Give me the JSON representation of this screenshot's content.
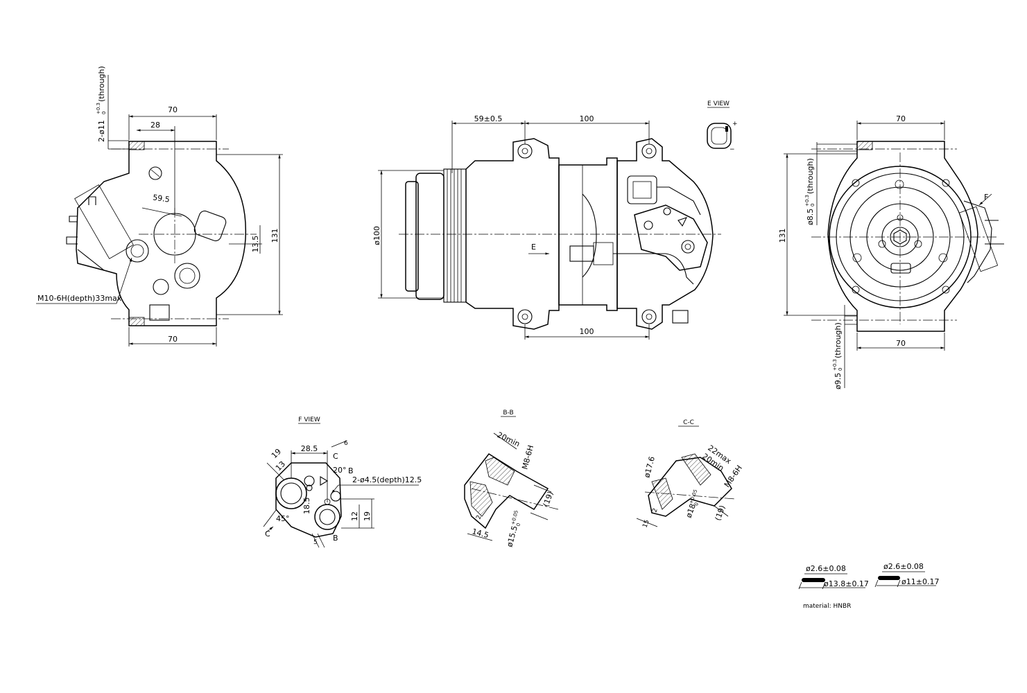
{
  "left_view": {
    "dim_width_top": "70",
    "dim_offset": "28",
    "dim_radius": "59.5",
    "dim_offset_small": "13.5",
    "dim_height": "131",
    "dim_width_bottom": "70",
    "hole_note_prefix": "2-ø11",
    "hole_tol_upper": "+0.3",
    "hole_tol_lower": "0",
    "hole_note_suffix": "(through)",
    "thread_note": "M10-6H(depth)33max"
  },
  "side_view": {
    "dim_pulley_offset": "59±0.5",
    "dim_top_spacing": "100",
    "dim_pulley_diameter": "ø100",
    "view_marker": "E",
    "dim_bottom_spacing": "100"
  },
  "e_view": {
    "title": "E VIEW",
    "plus": "+",
    "minus": "−"
  },
  "right_view": {
    "dim_width_top": "70",
    "dim_height": "131",
    "dim_width_bottom": "70",
    "view_marker": "F",
    "hole_top_prefix": "ø8.5",
    "hole_top_tol_upper": "+0.3",
    "hole_top_tol_lower": "0",
    "hole_top_suffix": "(through)",
    "hole_bottom_prefix": "ø9.5",
    "hole_bottom_tol_upper": "+0.3",
    "hole_bottom_tol_lower": "0",
    "hole_bottom_suffix": "(through)"
  },
  "f_view": {
    "title": "F VIEW",
    "dim_width": "28.5",
    "dim_19": "19",
    "dim_13": "13",
    "dim_6": "6",
    "marker_c_top": "C",
    "marker_b_top": "B",
    "angle_20": "20°",
    "hole_note": "2-ø4.5(depth)12.5",
    "dim_18_5": "18.5",
    "dim_12": "12",
    "dim_19_right": "19",
    "angle_45": "45°",
    "marker_c_bottom": "C",
    "dim_5": "5",
    "marker_b_bottom": "B"
  },
  "bb_section": {
    "title": "B-B",
    "dim_20min": "20min",
    "thread": "M8-6H",
    "dim_19": "(19)",
    "dim_2": "2",
    "dim_14_5": "14.5",
    "dia_prefix": "ø15.5",
    "dia_tol_upper": "+0.05",
    "dia_tol_lower": "0"
  },
  "cc_section": {
    "title": "C-C",
    "dia_17_6": "ø17.6",
    "dim_22max": "22max",
    "dim_20min": "20min",
    "thread": "M8-6H",
    "dim_2": "2",
    "dim_15": "15",
    "dia_prefix": "ø18",
    "dia_tol_upper": "+0.05",
    "dia_tol_lower": "0",
    "dim_19": "(19)"
  },
  "orings": {
    "ring1_section": "ø2.6±0.08",
    "ring1_diameter": "ø13.8±0.17",
    "ring2_section": "ø2.6±0.08",
    "ring2_diameter": "ø11±0.17",
    "material": "material: HNBR"
  }
}
